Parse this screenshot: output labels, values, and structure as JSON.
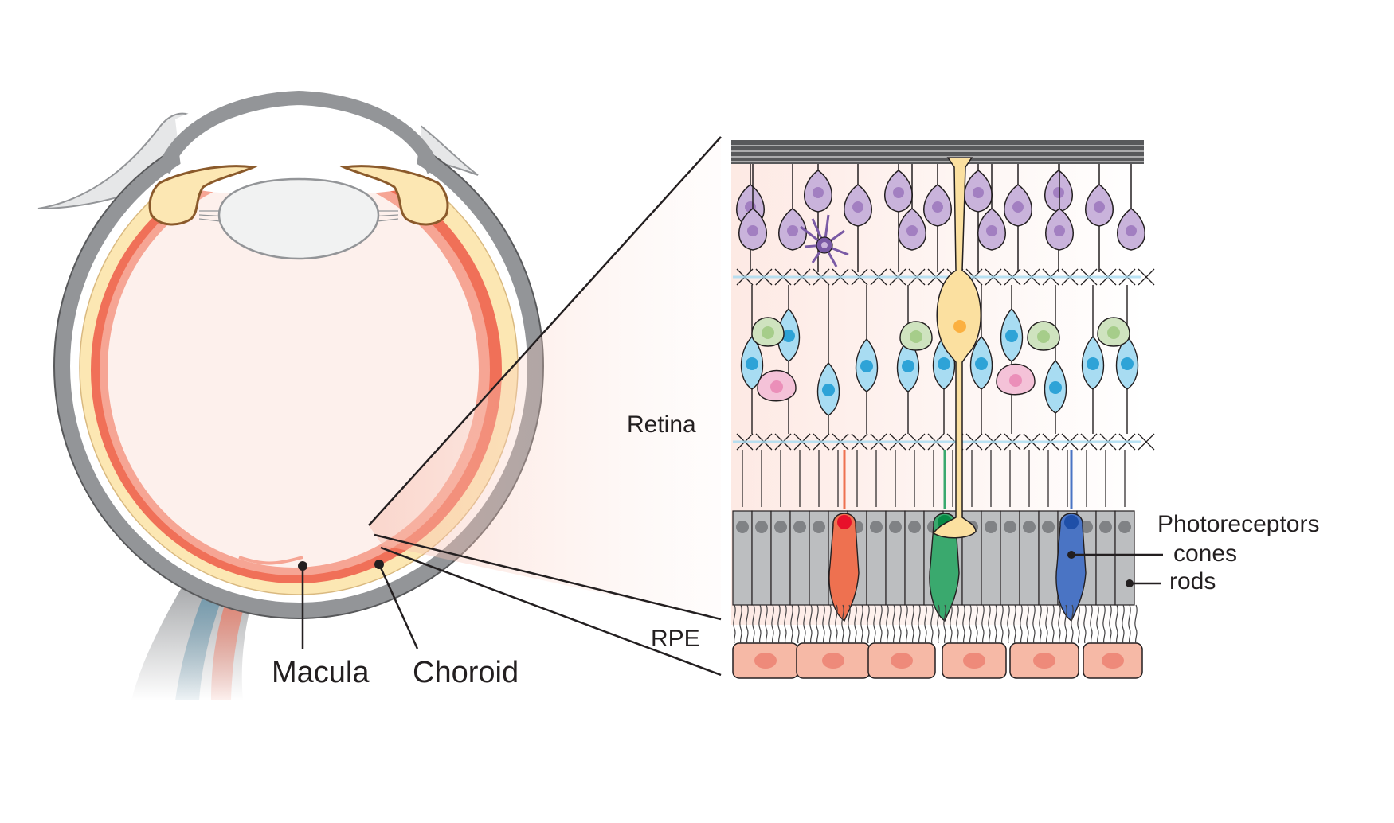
{
  "labels": {
    "macula": "Macula",
    "choroid": "Choroid",
    "retina": "Retina",
    "rpe": "RPE",
    "photoreceptors": "Photoreceptors",
    "cones": "cones",
    "rods": "rods"
  },
  "colors": {
    "sclera": "#939598",
    "choroid": "#fce7b3",
    "retina": "#f07058",
    "vitreous": "#fdf0ec",
    "ganglion": "#c9b3db",
    "bipolar": "#a8dcf2",
    "amacrine": "#cfe3bf",
    "horizontal": "#f4c2d8",
    "muller": "#fbe0a0",
    "astrocyte": "#7a5aa5",
    "rod": "#bcbec0",
    "red_cone": "#ee7150",
    "green_cone": "#3aa96e",
    "blue_cone": "#4a74c4",
    "rpe_cell": "#f6b9a6"
  }
}
